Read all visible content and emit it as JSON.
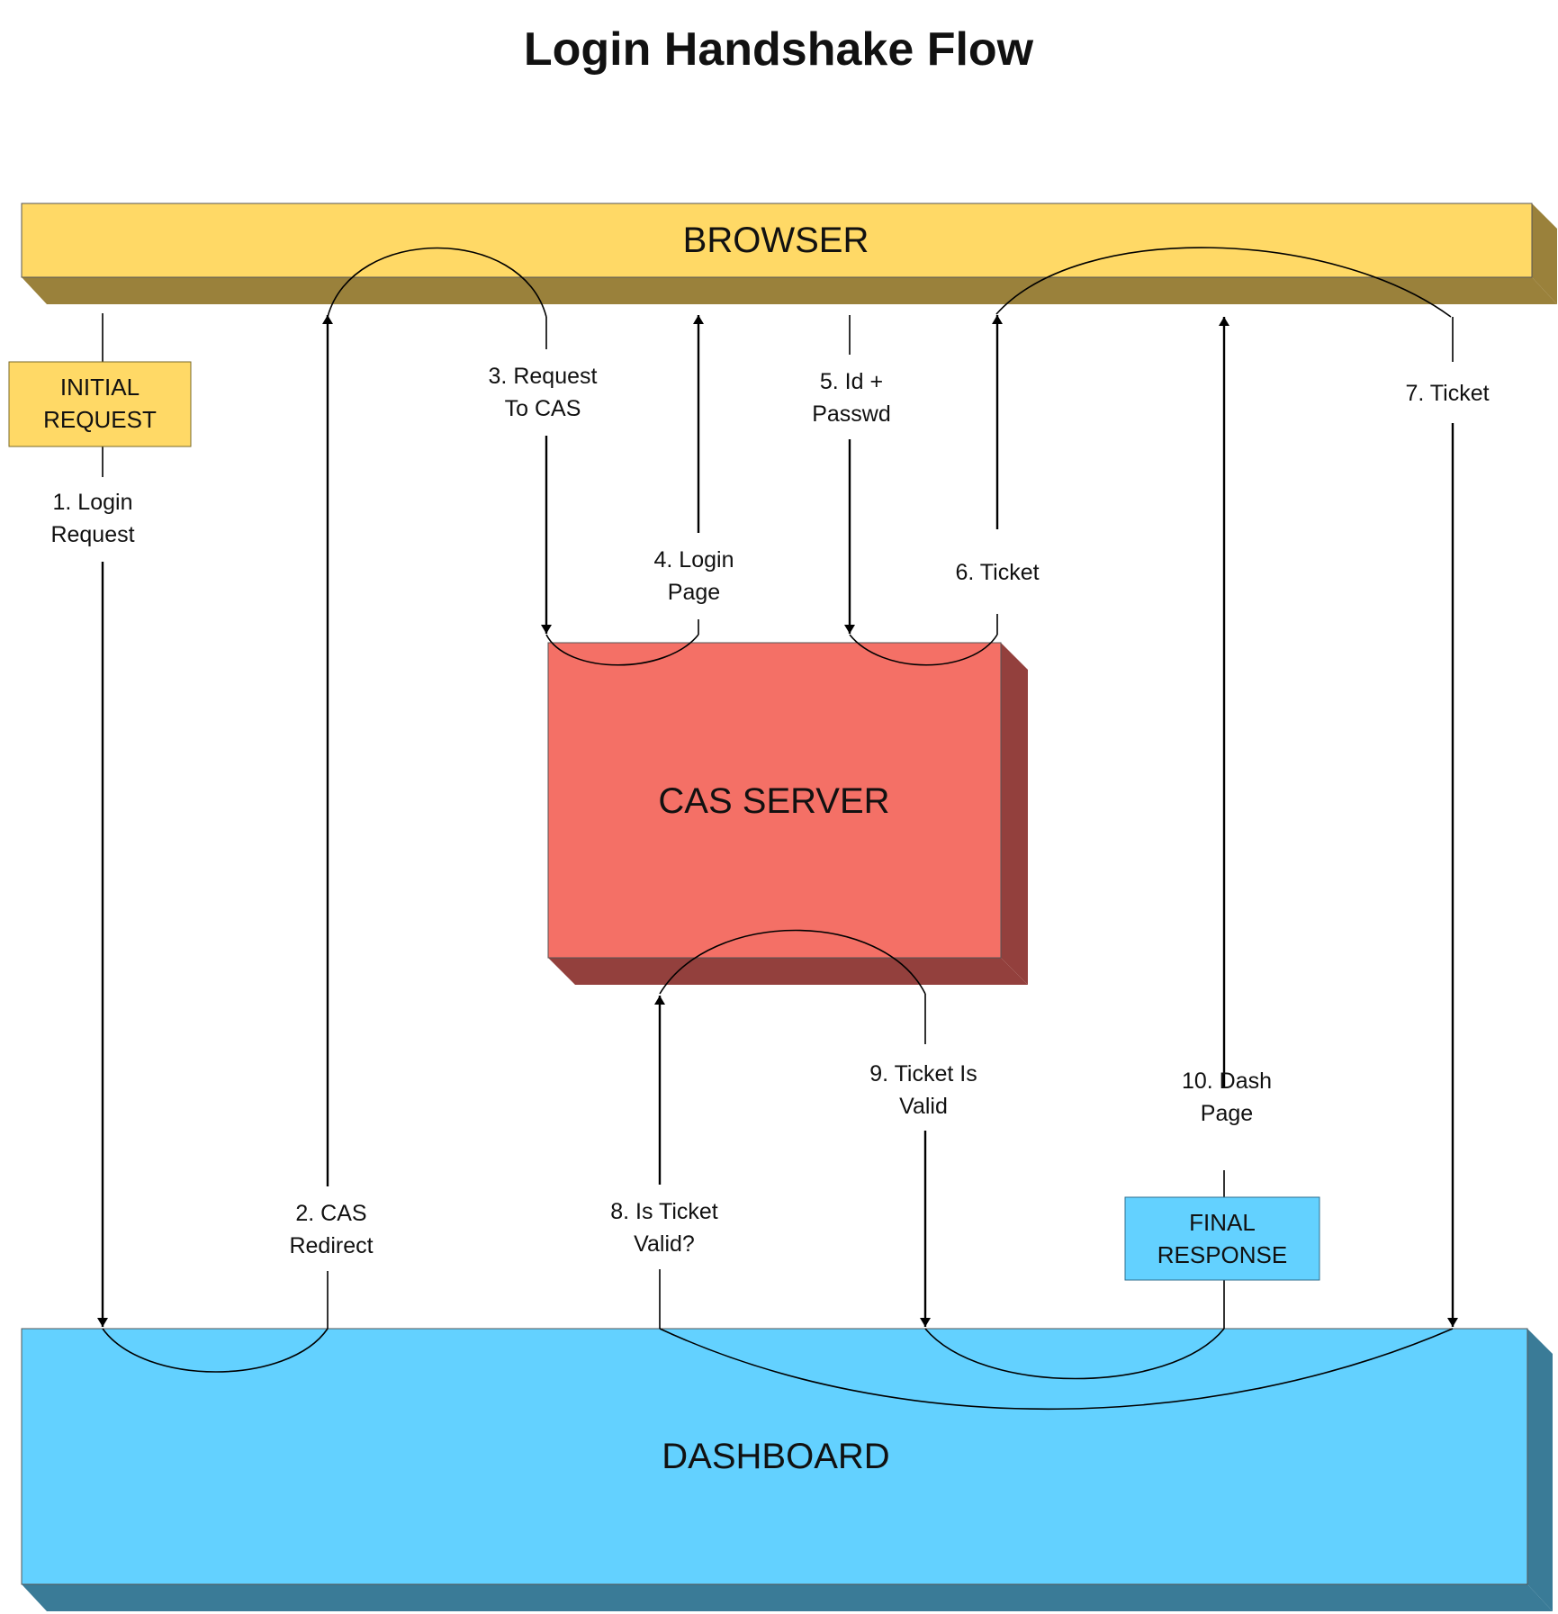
{
  "title": "Login Handshake Flow",
  "colors": {
    "browser": "#FFD966",
    "browser_dark": "#9A813B",
    "cas_server": "#F47066",
    "cas_server_dark": "#93403D",
    "dashboard": "#63D1FF",
    "dashboard_dark": "#3A7B97",
    "initial_request": "#FFD966",
    "final_response": "#63D1FF"
  },
  "blocks": {
    "browser": "BROWSER",
    "cas_server": "CAS SERVER",
    "dashboard": "DASHBOARD"
  },
  "notes": {
    "initial_request": [
      "INITIAL",
      "REQUEST"
    ],
    "final_response": [
      "FINAL",
      "RESPONSE"
    ]
  },
  "steps": [
    {
      "label": [
        "1. Login",
        "Request"
      ],
      "from": "BROWSER",
      "to": "DASHBOARD"
    },
    {
      "label": [
        "2. CAS",
        "Redirect"
      ],
      "from": "DASHBOARD",
      "to": "BROWSER"
    },
    {
      "label": [
        "3. Request",
        "To CAS"
      ],
      "from": "BROWSER",
      "to": "CAS SERVER"
    },
    {
      "label": [
        "4. Login",
        "Page"
      ],
      "from": "CAS SERVER",
      "to": "BROWSER"
    },
    {
      "label": [
        "5. Id +",
        "Passwd"
      ],
      "from": "BROWSER",
      "to": "CAS SERVER"
    },
    {
      "label": [
        "6. Ticket"
      ],
      "from": "CAS SERVER",
      "to": "BROWSER"
    },
    {
      "label": [
        "7. Ticket"
      ],
      "from": "BROWSER",
      "to": "DASHBOARD"
    },
    {
      "label": [
        "8. Is Ticket",
        "Valid?"
      ],
      "from": "DASHBOARD",
      "to": "CAS SERVER"
    },
    {
      "label": [
        "9. Ticket Is",
        "Valid"
      ],
      "from": "CAS SERVER",
      "to": "DASHBOARD"
    },
    {
      "label": [
        "10. Dash",
        "Page"
      ],
      "from": "DASHBOARD",
      "to": "BROWSER"
    }
  ]
}
